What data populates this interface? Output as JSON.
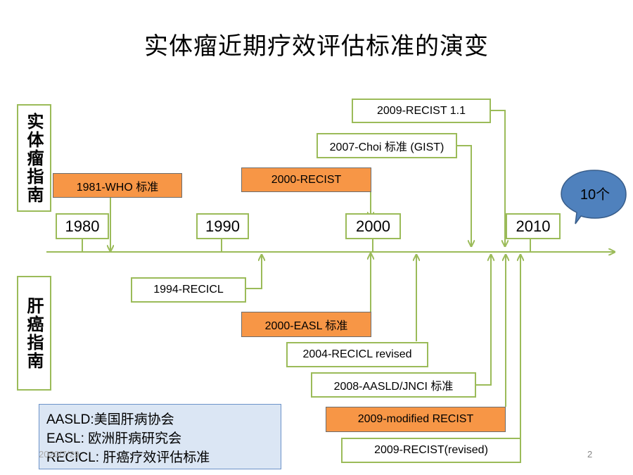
{
  "title": "实体瘤近期疗效评估标准的演变",
  "left_labels": {
    "solid": "实体瘤指南",
    "liver": "肝癌指南"
  },
  "years": [
    "1980",
    "1990",
    "2000",
    "2010"
  ],
  "solid_events": [
    {
      "label": "1981-WHO 标准",
      "highlight": true
    },
    {
      "label": "2000-RECIST",
      "highlight": true
    },
    {
      "label": "2007-Choi 标准 (GIST)",
      "highlight": false
    },
    {
      "label": "2009-RECIST 1.1",
      "highlight": false
    }
  ],
  "liver_events": [
    {
      "label": "1994-RECICL",
      "highlight": false
    },
    {
      "label": "2000-EASL 标准",
      "highlight": true
    },
    {
      "label": "2004-RECICL revised",
      "highlight": false
    },
    {
      "label": "2008-AASLD/JNCI 标准",
      "highlight": false
    },
    {
      "label": "2009-modified RECIST",
      "highlight": true
    },
    {
      "label": "2009-RECIST(revised)",
      "highlight": false
    }
  ],
  "bubble": "10个",
  "legend": [
    {
      "abbr": "AASLD",
      "sep": ":",
      "desc": "美国肝病协会"
    },
    {
      "abbr": "EASL",
      "sep": ": ",
      "desc": "欧洲肝病研究会"
    },
    {
      "abbr": "RECICL",
      "sep": ": ",
      "desc": "肝癌疗效评估标准"
    }
  ],
  "page_number": "2",
  "footer_date": "2020/7/29",
  "colors": {
    "green": "#9bbb59",
    "orange": "#f79646",
    "bubble": "#4f81bd",
    "legend_bg": "#dbe6f4"
  }
}
